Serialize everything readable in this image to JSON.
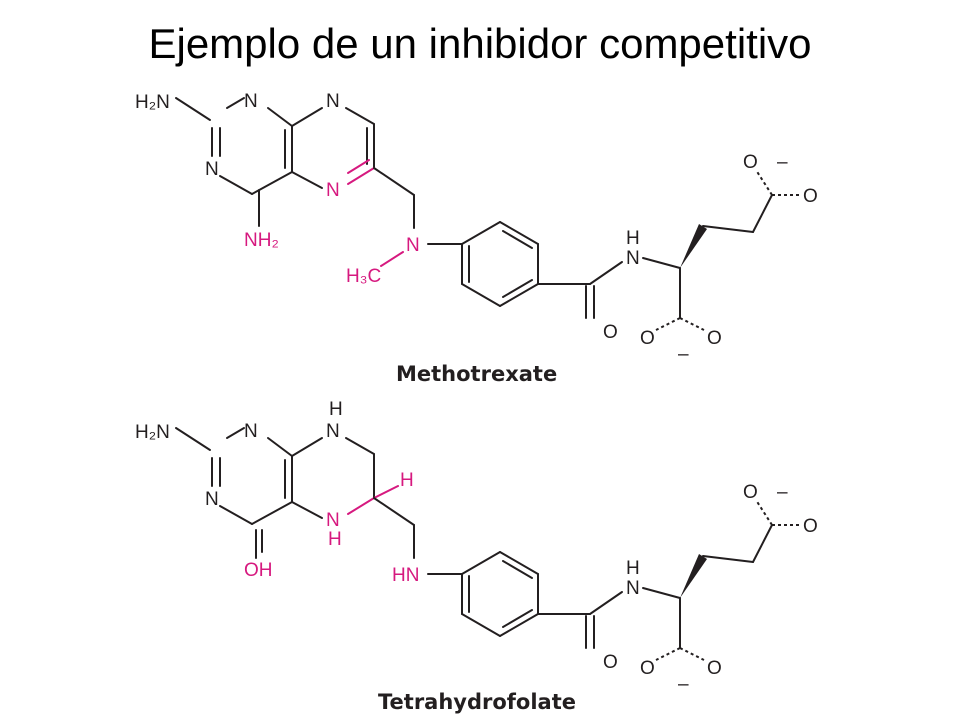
{
  "title": "Ejemplo de un inhibidor competitivo",
  "molecules": [
    {
      "caption": "Methotrexate",
      "labels": {
        "h2n": "H₂N",
        "n1": "N",
        "n8": "N",
        "n3": "N",
        "n5": "N",
        "nh2": "NH₂",
        "n10": "N",
        "h3c": "H₃C",
        "h_amide": "H",
        "n_amide": "N",
        "o_carbonyl": "O",
        "o_top": "O",
        "o_side": "O",
        "o_bl": "O",
        "o_br": "O",
        "charge_top": "–",
        "charge_bot": "–"
      }
    },
    {
      "caption": "Tetrahydrofolate",
      "labels": {
        "h2n": "H₂N",
        "n1": "N",
        "h_n8": "H",
        "n8": "N",
        "n3": "N",
        "h6": "H",
        "n5": "N",
        "h_n5": "H",
        "oh": "OH",
        "hn": "HN",
        "h_amide": "H",
        "n_amide": "N",
        "o_carbonyl": "O",
        "o_top": "O",
        "o_side": "O",
        "o_bl": "O",
        "o_br": "O",
        "charge_top": "–",
        "charge_bot": "–"
      }
    }
  ]
}
